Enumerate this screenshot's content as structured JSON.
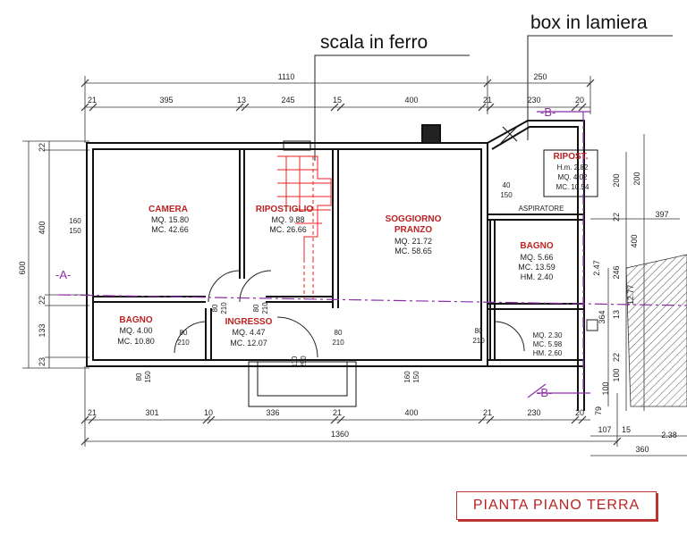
{
  "annotations": {
    "scala": "scala in ferro",
    "box": "box in lamiera"
  },
  "title": "PIANTA PIANO TERRA",
  "section_markers": {
    "a_left": "-A-",
    "b_top": "-B-",
    "b_bottom": "-B-"
  },
  "rooms": {
    "camera": {
      "name": "CAMERA",
      "mq": "MQ. 15.80",
      "mc": "MC. 42.66"
    },
    "ripostiglio": {
      "name": "RIPOSTIGLIO",
      "mq": "MQ. 9.88",
      "mc": "MC. 26.66"
    },
    "soggiorno": {
      "name1": "SOGGIORNO",
      "name2": "PRANZO",
      "mq": "MQ. 21.72",
      "mc": "MC. 58.65"
    },
    "bagno_left": {
      "name": "BAGNO",
      "mq": "MQ. 4.00",
      "mc": "MC. 10.80"
    },
    "ingresso": {
      "name": "INGRESSO",
      "mq": "MQ. 4.47",
      "mc": "MC. 12.07"
    },
    "bagno_right": {
      "name": "BAGNO",
      "mq": "MQ. 5.66",
      "mc": "MC. 13.59",
      "hm": "HM. 2.40"
    },
    "ripost_box": {
      "name": "RIPOST.",
      "hm": "H.m. 2.82",
      "mq": "MQ. 4.02",
      "mc": "MC. 10.54"
    },
    "small_room": {
      "mq": "MQ. 2.30",
      "mc": "MC. 5.98",
      "hm": "HM. 2.60"
    },
    "aspiratore": "ASPIRATORE"
  },
  "dims_top": {
    "total": "1110",
    "box": "250",
    "parts": [
      "21",
      "395",
      "13",
      "245",
      "15",
      "400",
      "21",
      "230",
      "20"
    ]
  },
  "dims_bottom": {
    "total": "1360",
    "parts": [
      "21",
      "301",
      "10",
      "336",
      "21",
      "400",
      "21",
      "230",
      "20"
    ],
    "extra": [
      "107",
      "15",
      "2.38",
      "360"
    ]
  },
  "dims_left": [
    "22",
    "400",
    "600",
    "22",
    "133",
    "23"
  ],
  "dims_right": [
    "200",
    "200",
    "22",
    "397",
    "400",
    "2.47",
    "246",
    "12.77",
    "364",
    "13",
    "22",
    "100",
    "100",
    "79"
  ],
  "openings": {
    "camera_win": [
      "160",
      "150"
    ],
    "door_camera": [
      "80",
      "210"
    ],
    "door_rip": [
      "80",
      "210"
    ],
    "door_bagno": [
      "80",
      "210"
    ],
    "door_ingresso": [
      "80",
      "210"
    ],
    "door_bagno_r": [
      "80",
      "210"
    ],
    "entry": [
      "110",
      "250"
    ],
    "win_bagno": [
      "80",
      "150"
    ],
    "win_sogg": [
      "160",
      "150"
    ],
    "box_win": [
      "40",
      "150"
    ]
  }
}
